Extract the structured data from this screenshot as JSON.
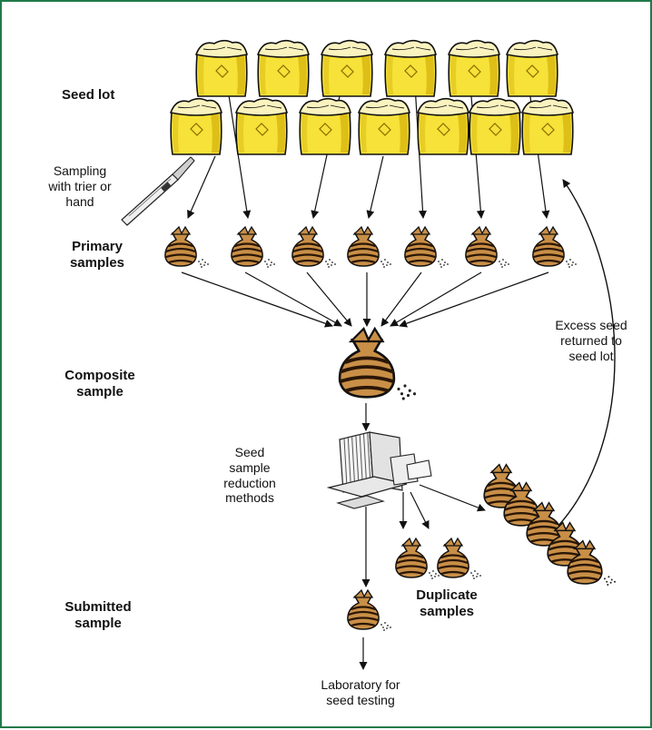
{
  "labels": {
    "seed_lot": "Seed lot",
    "sampling": [
      "Sampling",
      "with trier or",
      "hand"
    ],
    "primary_samples": [
      "Primary",
      "samples"
    ],
    "composite_sample": [
      "Composite",
      "sample"
    ],
    "reduction_methods": [
      "Seed",
      "sample",
      "reduction",
      "methods"
    ],
    "excess_seed": [
      "Excess seed",
      "returned to",
      "seed lot"
    ],
    "duplicate_samples": [
      "Duplicate",
      "samples"
    ],
    "submitted_sample": [
      "Submitted",
      "sample"
    ],
    "laboratory": [
      "Laboratory for",
      "seed testing"
    ]
  },
  "colors": {
    "frame": "#1f7a4a",
    "sack_fill": "#f6e238",
    "sack_shade": "#d8b70f",
    "bag_fill": "#c98f47",
    "bag_stripe": "#2a1606",
    "line": "#111111"
  },
  "icons": [
    "seed-sack-icon",
    "seed-bag-icon",
    "trier-probe-icon",
    "sample-divider-icon",
    "seed-dots-icon"
  ]
}
